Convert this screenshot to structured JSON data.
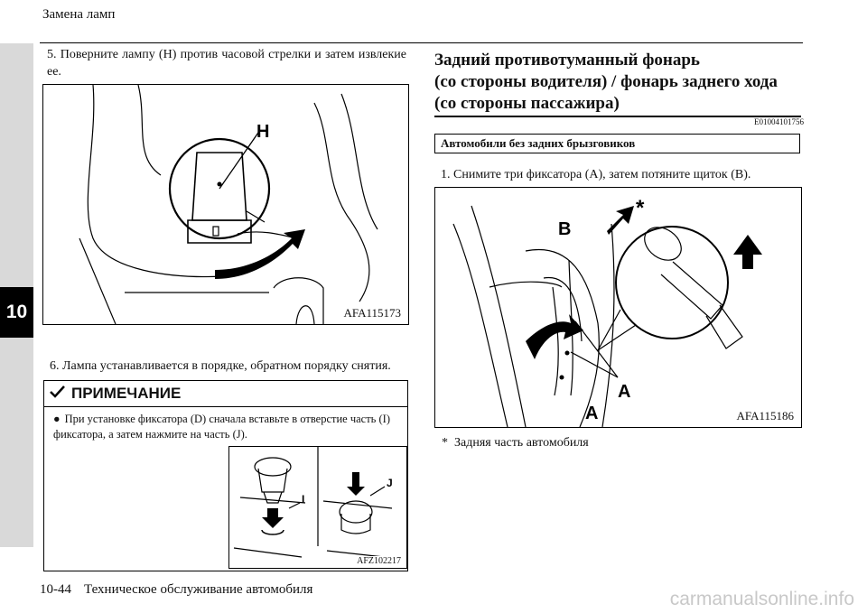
{
  "header": {
    "title": "Замена ламп"
  },
  "chapter_tab": "10",
  "left": {
    "step5": "5. Поверните лампу (H) против часовой стрелки и затем извлекие ее.",
    "fig1": {
      "code": "AFA115173",
      "label_h": "H"
    },
    "step6": "6. Лампа устанавливается в порядке, обратном порядку снятия.",
    "note": {
      "title": "ПРИМЕЧАНИЕ",
      "icon": "checkmark-pencil-icon",
      "bullet": "●",
      "text": "При установке фиксатора (D) сначала вставьте в отверстие часть (I) фиксатора, а затем нажмите на часть (J).",
      "fig": {
        "code": "AFZ102217",
        "label_i": "I",
        "label_j": "J"
      }
    }
  },
  "right": {
    "heading_lines": [
      "Задний противотуманный фонарь",
      "(со стороны водителя) / фонарь заднего хода",
      "(со стороны пассажира)"
    ],
    "doc_code": "E01004101756",
    "subhead": "Автомобили без задних брызговиков",
    "step1": "1. Снимите три фиксатора (A), затем потяните щиток (B).",
    "fig2": {
      "code": "AFA115186",
      "label_b": "B",
      "label_a1": "A",
      "label_a2": "A",
      "asterisk": "*"
    },
    "footnote_mark": "*",
    "footnote_text": "Задняя часть автомобиля"
  },
  "footer": {
    "page": "10-44",
    "title": "Техническое обслуживание автомобиля"
  },
  "watermark": "carmanualsonline.info"
}
